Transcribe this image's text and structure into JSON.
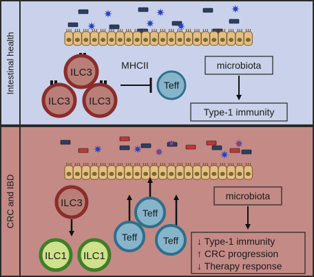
{
  "panels": {
    "top": {
      "label": "Intestinal health",
      "ilc3_cells": [
        "ILC3",
        "ILC3",
        "ILC3"
      ],
      "mhc_label": "MHCII",
      "teff_cell": "Teff",
      "microbiota": "microbiota",
      "outcome": "Type-1 immunity"
    },
    "bottom": {
      "label": "CRC and IBD",
      "ilc3_cell": "ILC3",
      "ilc1_cells": [
        "ILC1",
        "ILC1"
      ],
      "teff_cells": [
        "Teff",
        "Teff",
        "Teff"
      ],
      "microbiota": "microbiota",
      "outcomes": [
        "↓ Type-1 immunity",
        "↑ CRC progression",
        "↓ Therapy response"
      ]
    }
  },
  "colors": {
    "top_background": "#c9d2ea",
    "bottom_background": "#c48a86",
    "epithelium": "#e3bf87",
    "ilc3": "#b97e78",
    "ilc1": "#cfe18a",
    "teff": "#86b4cb",
    "bacteria_blue": "#2c3e63",
    "bacteria_red": "#c0383a",
    "star_blue": "#2a3ec0"
  },
  "icons": [
    "rod-bacterium-icon",
    "star-microbe-icon",
    "epithelial-cell-icon",
    "inhibition-arrow-icon",
    "arrow-icon"
  ]
}
